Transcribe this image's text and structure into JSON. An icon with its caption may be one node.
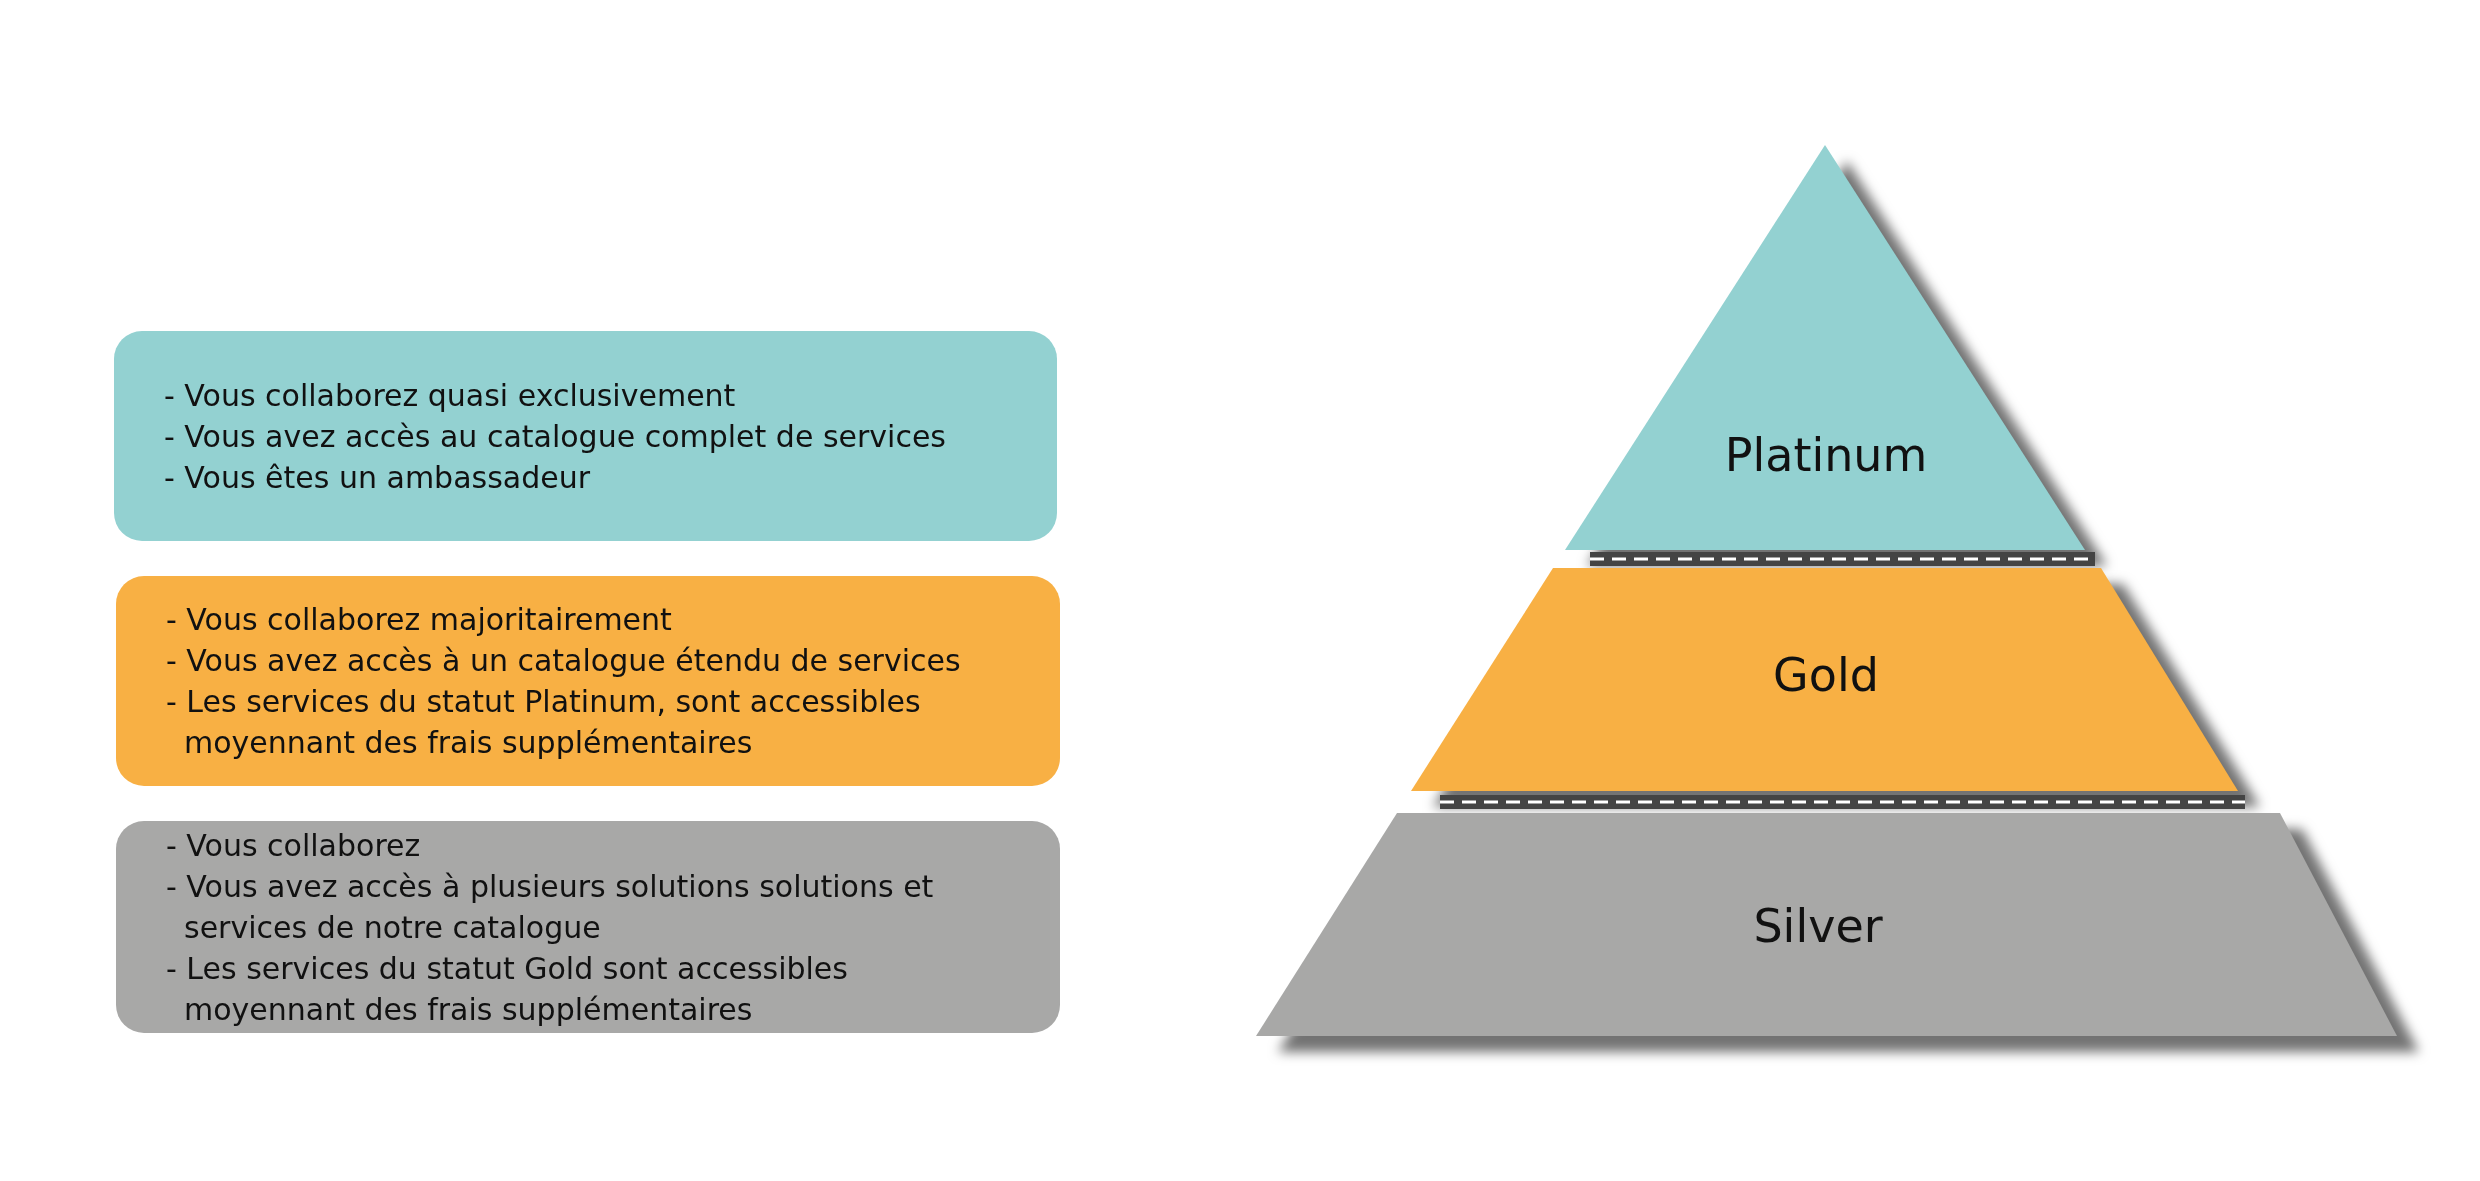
{
  "diagram": {
    "nodes": [
      {
        "text": [
          "- Vous collaborez quasi exclusivement",
          "- Vous avez accès au catalogue complet de services",
          "- Vous êtes un ambassadeur"
        ]
      },
      {
        "text": [
          "- Vous collaborez majoritairement",
          "- Vous avez accès à un catalogue étendu de services",
          "- Les services du statut Platinum, sont accessibles moyennant des frais supplémentaires"
        ]
      },
      {
        "text": [
          "- Vous collaborez",
          "- Vous avez accès à plusieurs solutions solutions et services de notre catalogue",
          "- Les services du statut Gold sont accessibles moyennant des frais supplémentaires"
        ]
      },
      {
        "text": [
          "Platinum"
        ]
      },
      {
        "text": [
          "Gold"
        ]
      },
      {
        "text": [
          "Silver"
        ]
      }
    ]
  }
}
